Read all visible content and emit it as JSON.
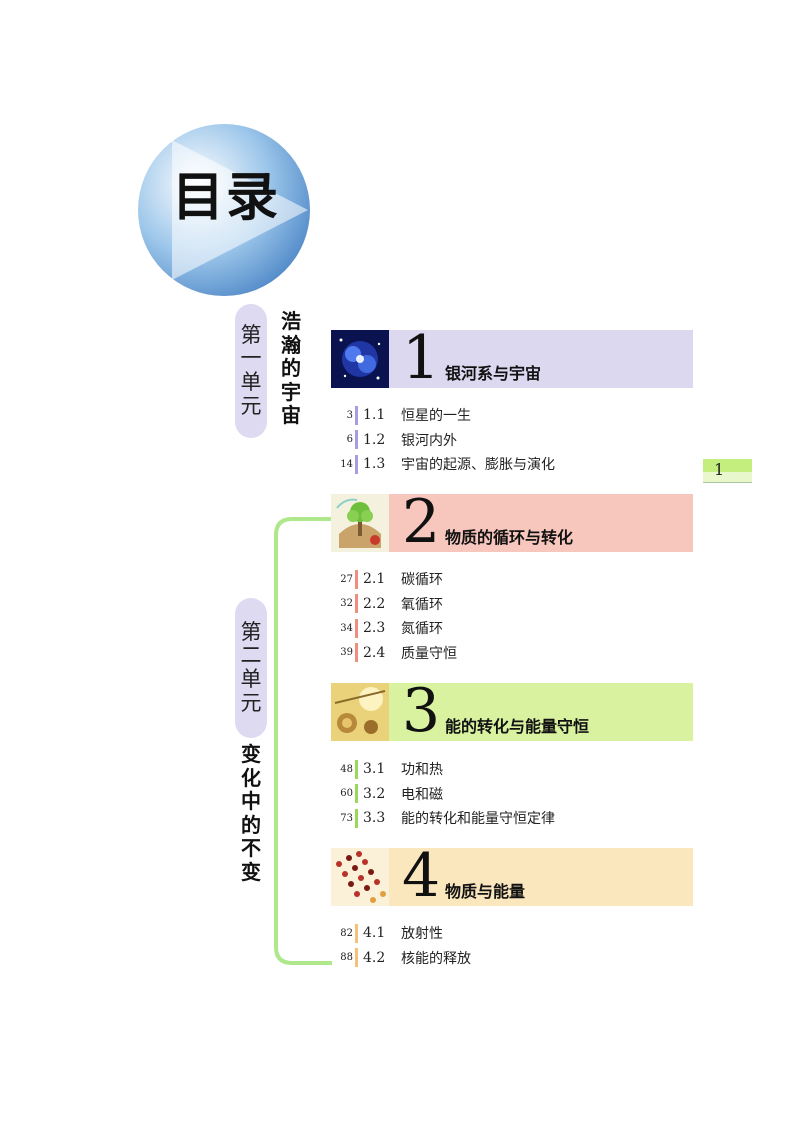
{
  "page_title": "目录",
  "page_number": "1",
  "colors": {
    "unit_pill": "#dedaf1",
    "bracket": "#aee88a",
    "chapter1": "#dcd8f0",
    "chapter2": "#f7c6bc",
    "chapter3": "#d8f2a0",
    "chapter4": "#fbe7bd",
    "bar1": "#a99be0",
    "bar2": "#f08e7e",
    "bar3": "#9ad85a",
    "bar4": "#f5c07a"
  },
  "units": [
    {
      "label": [
        "第",
        "一",
        "单",
        "元"
      ],
      "theme": [
        "浩",
        "瀚",
        "的",
        "宇",
        "宙"
      ]
    },
    {
      "label": [
        "第",
        "二",
        "单",
        "元"
      ],
      "theme": [
        "变",
        "化",
        "中",
        "的",
        "不",
        "变"
      ]
    }
  ],
  "chapters": [
    {
      "number": "1",
      "title": "银河系与宇宙",
      "thumbnail": "galaxy-image",
      "sections": [
        {
          "page": "3",
          "num": "1.1",
          "title": "恒星的一生"
        },
        {
          "page": "6",
          "num": "1.2",
          "title": "银河内外"
        },
        {
          "page": "14",
          "num": "1.3",
          "title": "宇宙的起源、膨胀与演化"
        }
      ]
    },
    {
      "number": "2",
      "title": "物质的循环与转化",
      "thumbnail": "tree-cycle-image",
      "sections": [
        {
          "page": "27",
          "num": "2.1",
          "title": "碳循环"
        },
        {
          "page": "32",
          "num": "2.2",
          "title": "氧循环"
        },
        {
          "page": "34",
          "num": "2.3",
          "title": "氮循环"
        },
        {
          "page": "39",
          "num": "2.4",
          "title": "质量守恒"
        }
      ]
    },
    {
      "number": "3",
      "title": "能的转化与能量守恒",
      "thumbnail": "energy-image",
      "sections": [
        {
          "page": "48",
          "num": "3.1",
          "title": "功和热"
        },
        {
          "page": "60",
          "num": "3.2",
          "title": "电和磁"
        },
        {
          "page": "73",
          "num": "3.3",
          "title": "能的转化和能量守恒定律"
        }
      ]
    },
    {
      "number": "4",
      "title": "物质与能量",
      "thumbnail": "atoms-image",
      "sections": [
        {
          "page": "82",
          "num": "4.1",
          "title": "放射性"
        },
        {
          "page": "88",
          "num": "4.2",
          "title": "核能的释放"
        }
      ]
    }
  ]
}
